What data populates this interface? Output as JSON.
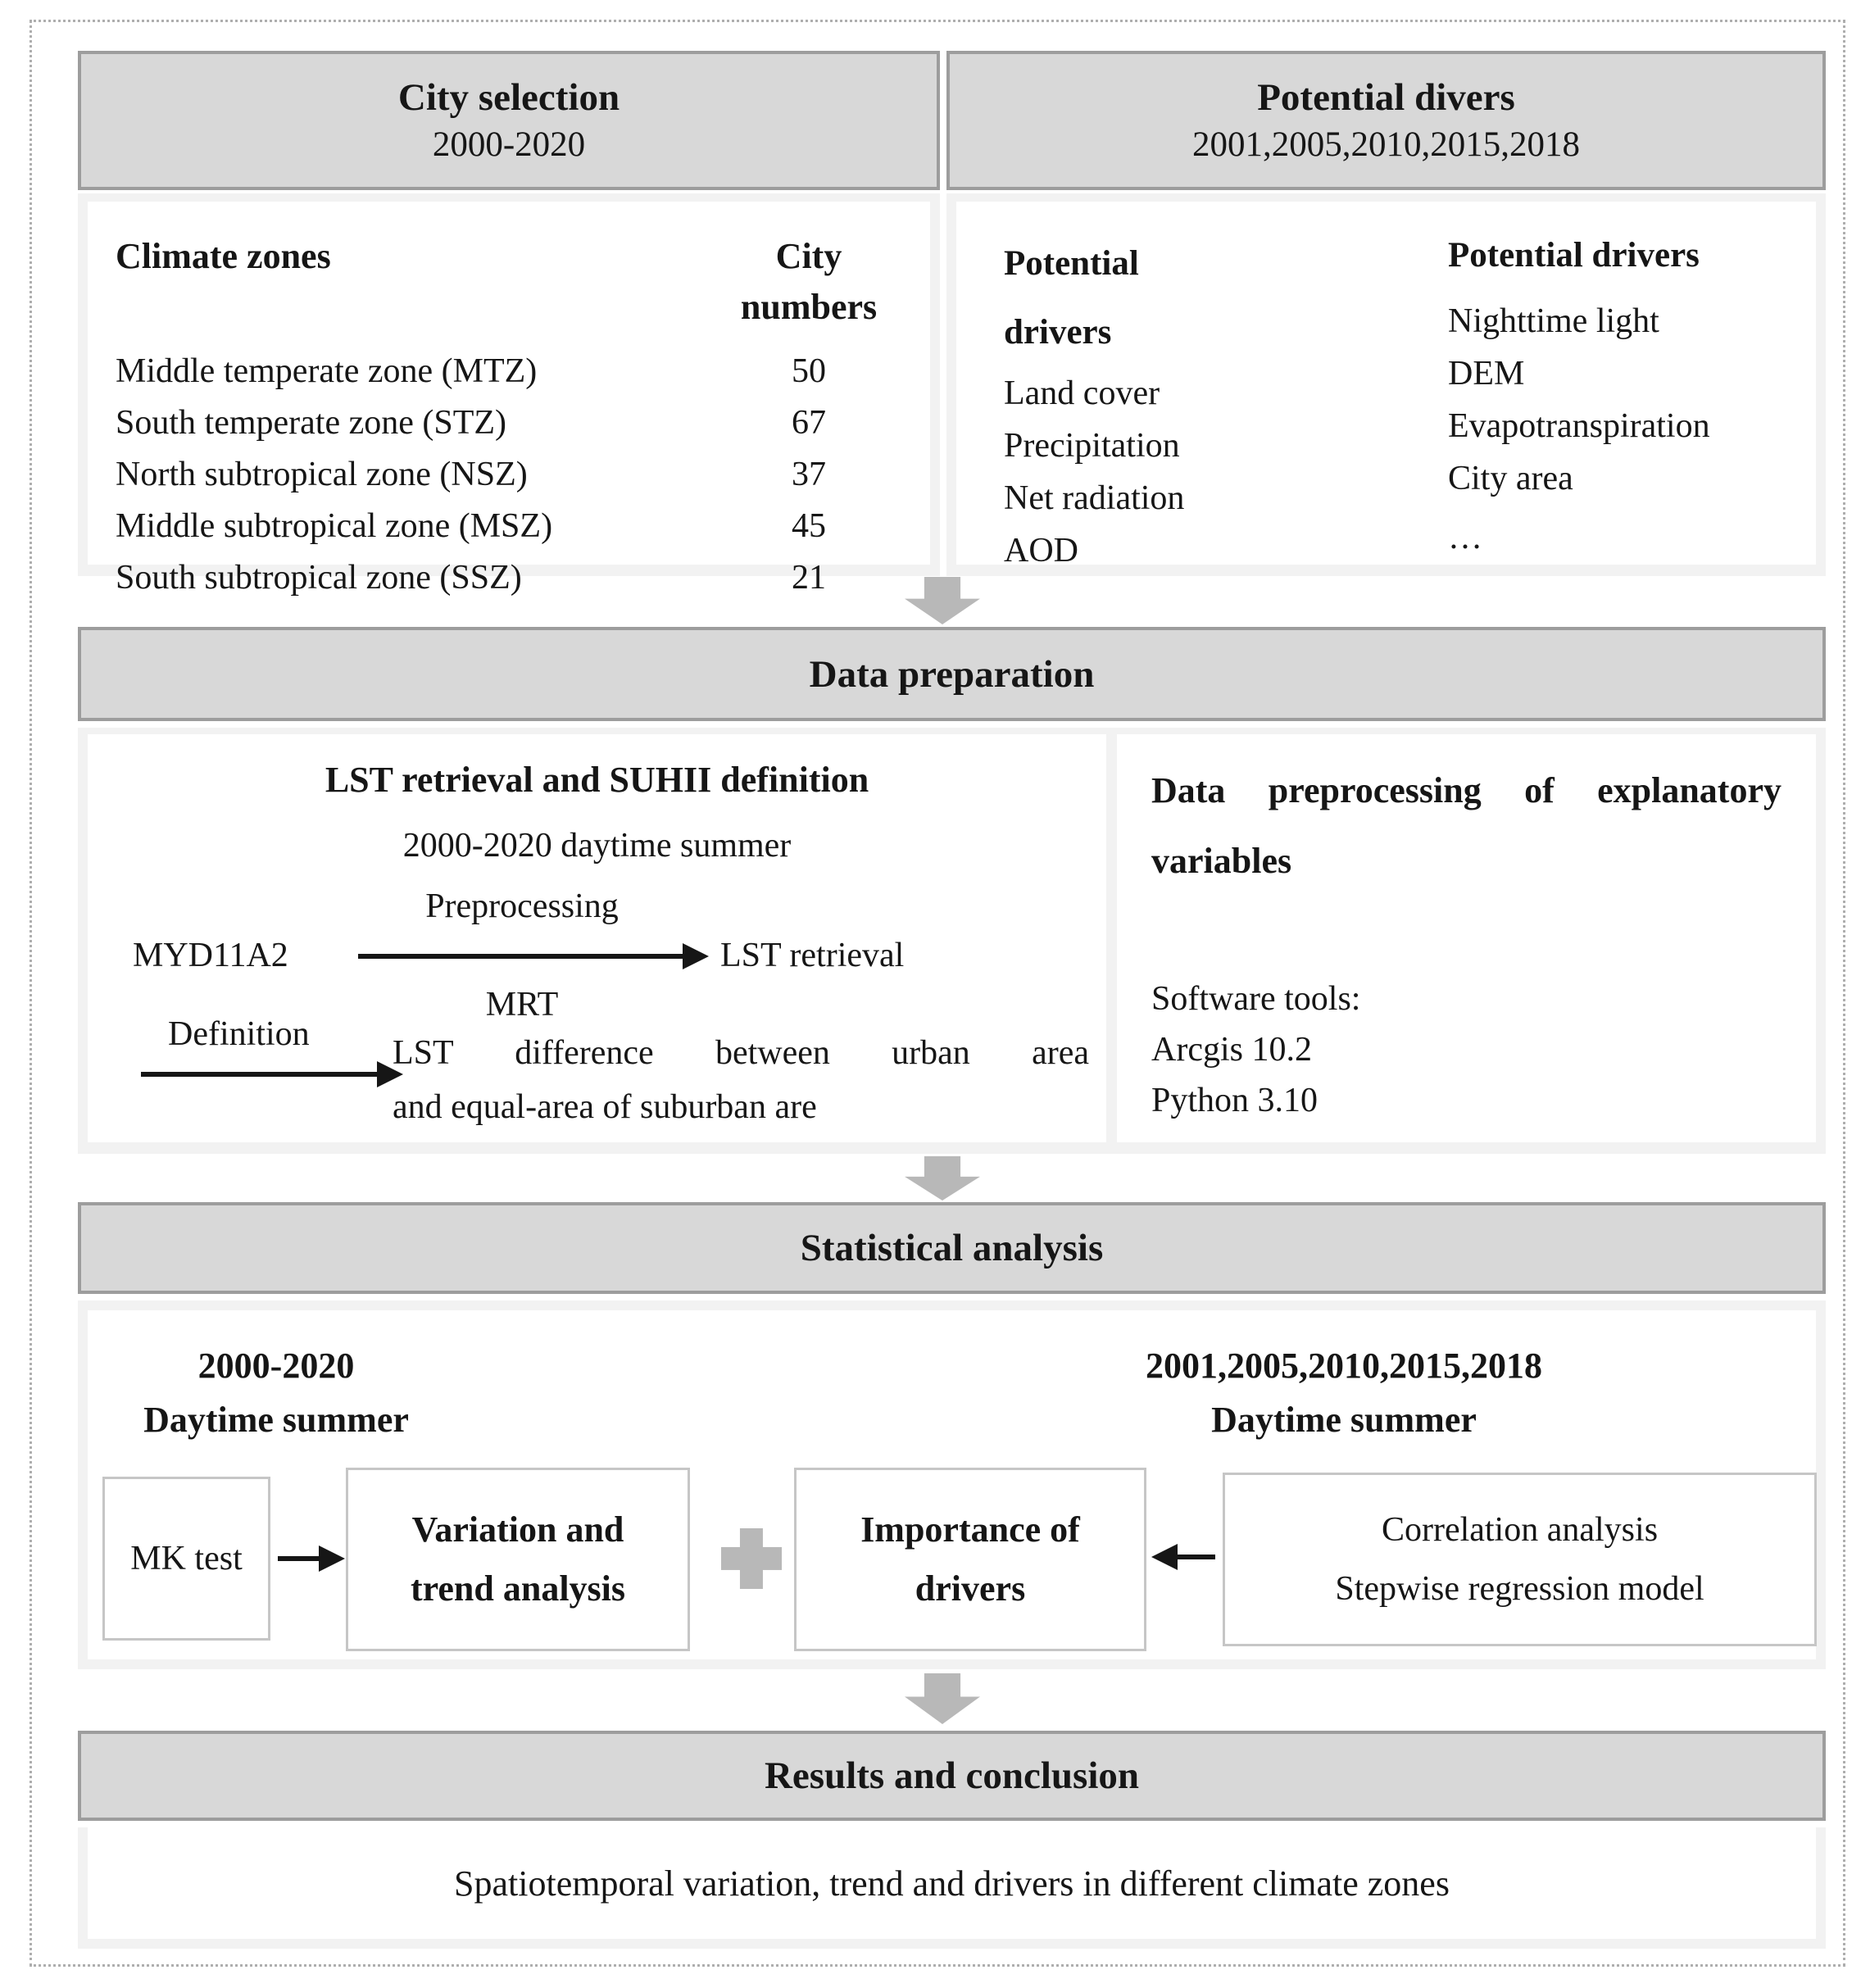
{
  "colors": {
    "header_fill": "#d8d8d8",
    "header_border": "#9d9d9d",
    "frame_fill": "#f2f2f2",
    "gray_arrow": "#b8b8b8",
    "ink": "#161616"
  },
  "city_selection": {
    "title": "City selection",
    "subtitle": "2000-2020",
    "columns": {
      "zones": "Climate zones",
      "counts": "City numbers"
    },
    "rows": [
      {
        "zone": "Middle temperate zone (MTZ)",
        "count": "50"
      },
      {
        "zone": "South temperate zone (STZ)",
        "count": "67"
      },
      {
        "zone": "North subtropical zone (NSZ)",
        "count": "37"
      },
      {
        "zone": "Middle subtropical zone (MSZ)",
        "count": "45"
      },
      {
        "zone": "South subtropical zone (SSZ)",
        "count": "21"
      }
    ]
  },
  "potential_drivers": {
    "title": "Potential divers",
    "subtitle": "2001,2005,2010,2015,2018",
    "col1": {
      "header_line1": "Potential",
      "header_line2": "drivers",
      "items": [
        "Land cover",
        "Precipitation",
        "Net radiation",
        "AOD"
      ]
    },
    "col2": {
      "header": "Potential drivers",
      "items": [
        "Nighttime light",
        "DEM",
        "Evapotranspiration",
        "City area",
        "…"
      ]
    }
  },
  "data_preparation": {
    "title": "Data preparation",
    "lst": {
      "heading": "LST retrieval and SUHII definition",
      "period": "2000-2020 daytime summer",
      "source": "MYD11A2",
      "arrow_top_label": "Preprocessing",
      "arrow_bottom_label": "MRT",
      "arrow_target": "LST retrieval",
      "definition_label": "Definition",
      "definition_line1": "LST difference between urban area",
      "definition_line2": "and equal-area of suburban are"
    },
    "explanatory": {
      "heading_line1": "Data preprocessing of explanatory",
      "heading_line2": "variables",
      "software_label": "Software tools:",
      "tools": [
        "Arcgis 10.2",
        "Python 3.10"
      ]
    }
  },
  "statistical_analysis": {
    "title": "Statistical analysis",
    "left_period": {
      "line1": "2000-2020",
      "line2": "Daytime summer"
    },
    "right_period": {
      "line1": "2001,2005,2010,2015,2018",
      "line2": "Daytime summer"
    },
    "mk_test": "MK test",
    "variation": {
      "line1": "Variation and",
      "line2": "trend analysis"
    },
    "importance": {
      "line1": "Importance of",
      "line2": "drivers"
    },
    "correlation": {
      "line1": "Correlation analysis",
      "line2": "Stepwise regression model"
    }
  },
  "results": {
    "title": "Results and conclusion",
    "conclusion": "Spatiotemporal variation, trend and drivers in different climate zones"
  }
}
